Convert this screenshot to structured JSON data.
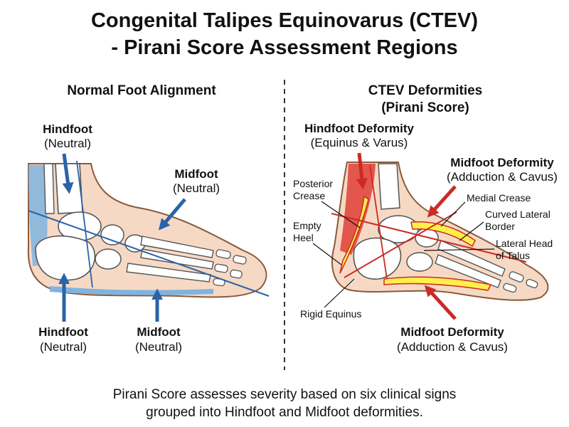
{
  "title": {
    "line1": "Congenital Talipes Equinovarus (CTEV)",
    "line2": "- Pirani Score Assessment Regions"
  },
  "left_panel": {
    "heading": "Normal Foot Alignment",
    "labels": {
      "hindfoot_top": {
        "title": "Hindfoot",
        "sub": "(Neutral)"
      },
      "midfoot_top": {
        "title": "Midfoot",
        "sub": "(Neutral)"
      },
      "hindfoot_bottom": {
        "title": "Hindfoot",
        "sub": "(Neutral)"
      },
      "midfoot_bottom": {
        "title": "Midfoot",
        "sub": "(Neutral)"
      }
    }
  },
  "right_panel": {
    "heading_line1": "CTEV Deformities",
    "heading_line2": "(Pirani Score)",
    "labels": {
      "hindfoot_deformity": {
        "title": "Hindfoot Deformity",
        "sub": "(Equinus & Varus)"
      },
      "midfoot_deformity_top": {
        "title": "Midfoot Deformity",
        "sub": "(Adduction & Cavus)"
      },
      "midfoot_deformity_bottom": {
        "title": "Midfoot Deformity",
        "sub": "(Adduction & Cavus)"
      },
      "posterior_crease": [
        "Posterior",
        "Crease"
      ],
      "empty_heel": [
        "Empty",
        "Heel"
      ],
      "rigid_equinus": "Rigid Equinus",
      "medial_crease": "Medial Crease",
      "curved_lateral_border": [
        "Curved Lateral",
        "Border"
      ],
      "lateral_head_talus": [
        "Lateral Head",
        "of Talus"
      ]
    }
  },
  "caption": {
    "line1": "Pirani Score assesses severity based on six clinical signs",
    "line2": "grouped into Hindfoot and Midfoot deformities."
  },
  "colors": {
    "skin": "#f6d9c4",
    "skin_outline": "#8a5a3c",
    "bone": "#ffffff",
    "normal_accent": "#7fb3e0",
    "normal_arrow": "#2b63a8",
    "ctev_red": "#cc2a25",
    "ctev_yellow": "#fff04a"
  },
  "icons": {
    "normal_arrows": "blue-arrow-icon",
    "ctev_arrows": "red-arrow-icon"
  }
}
